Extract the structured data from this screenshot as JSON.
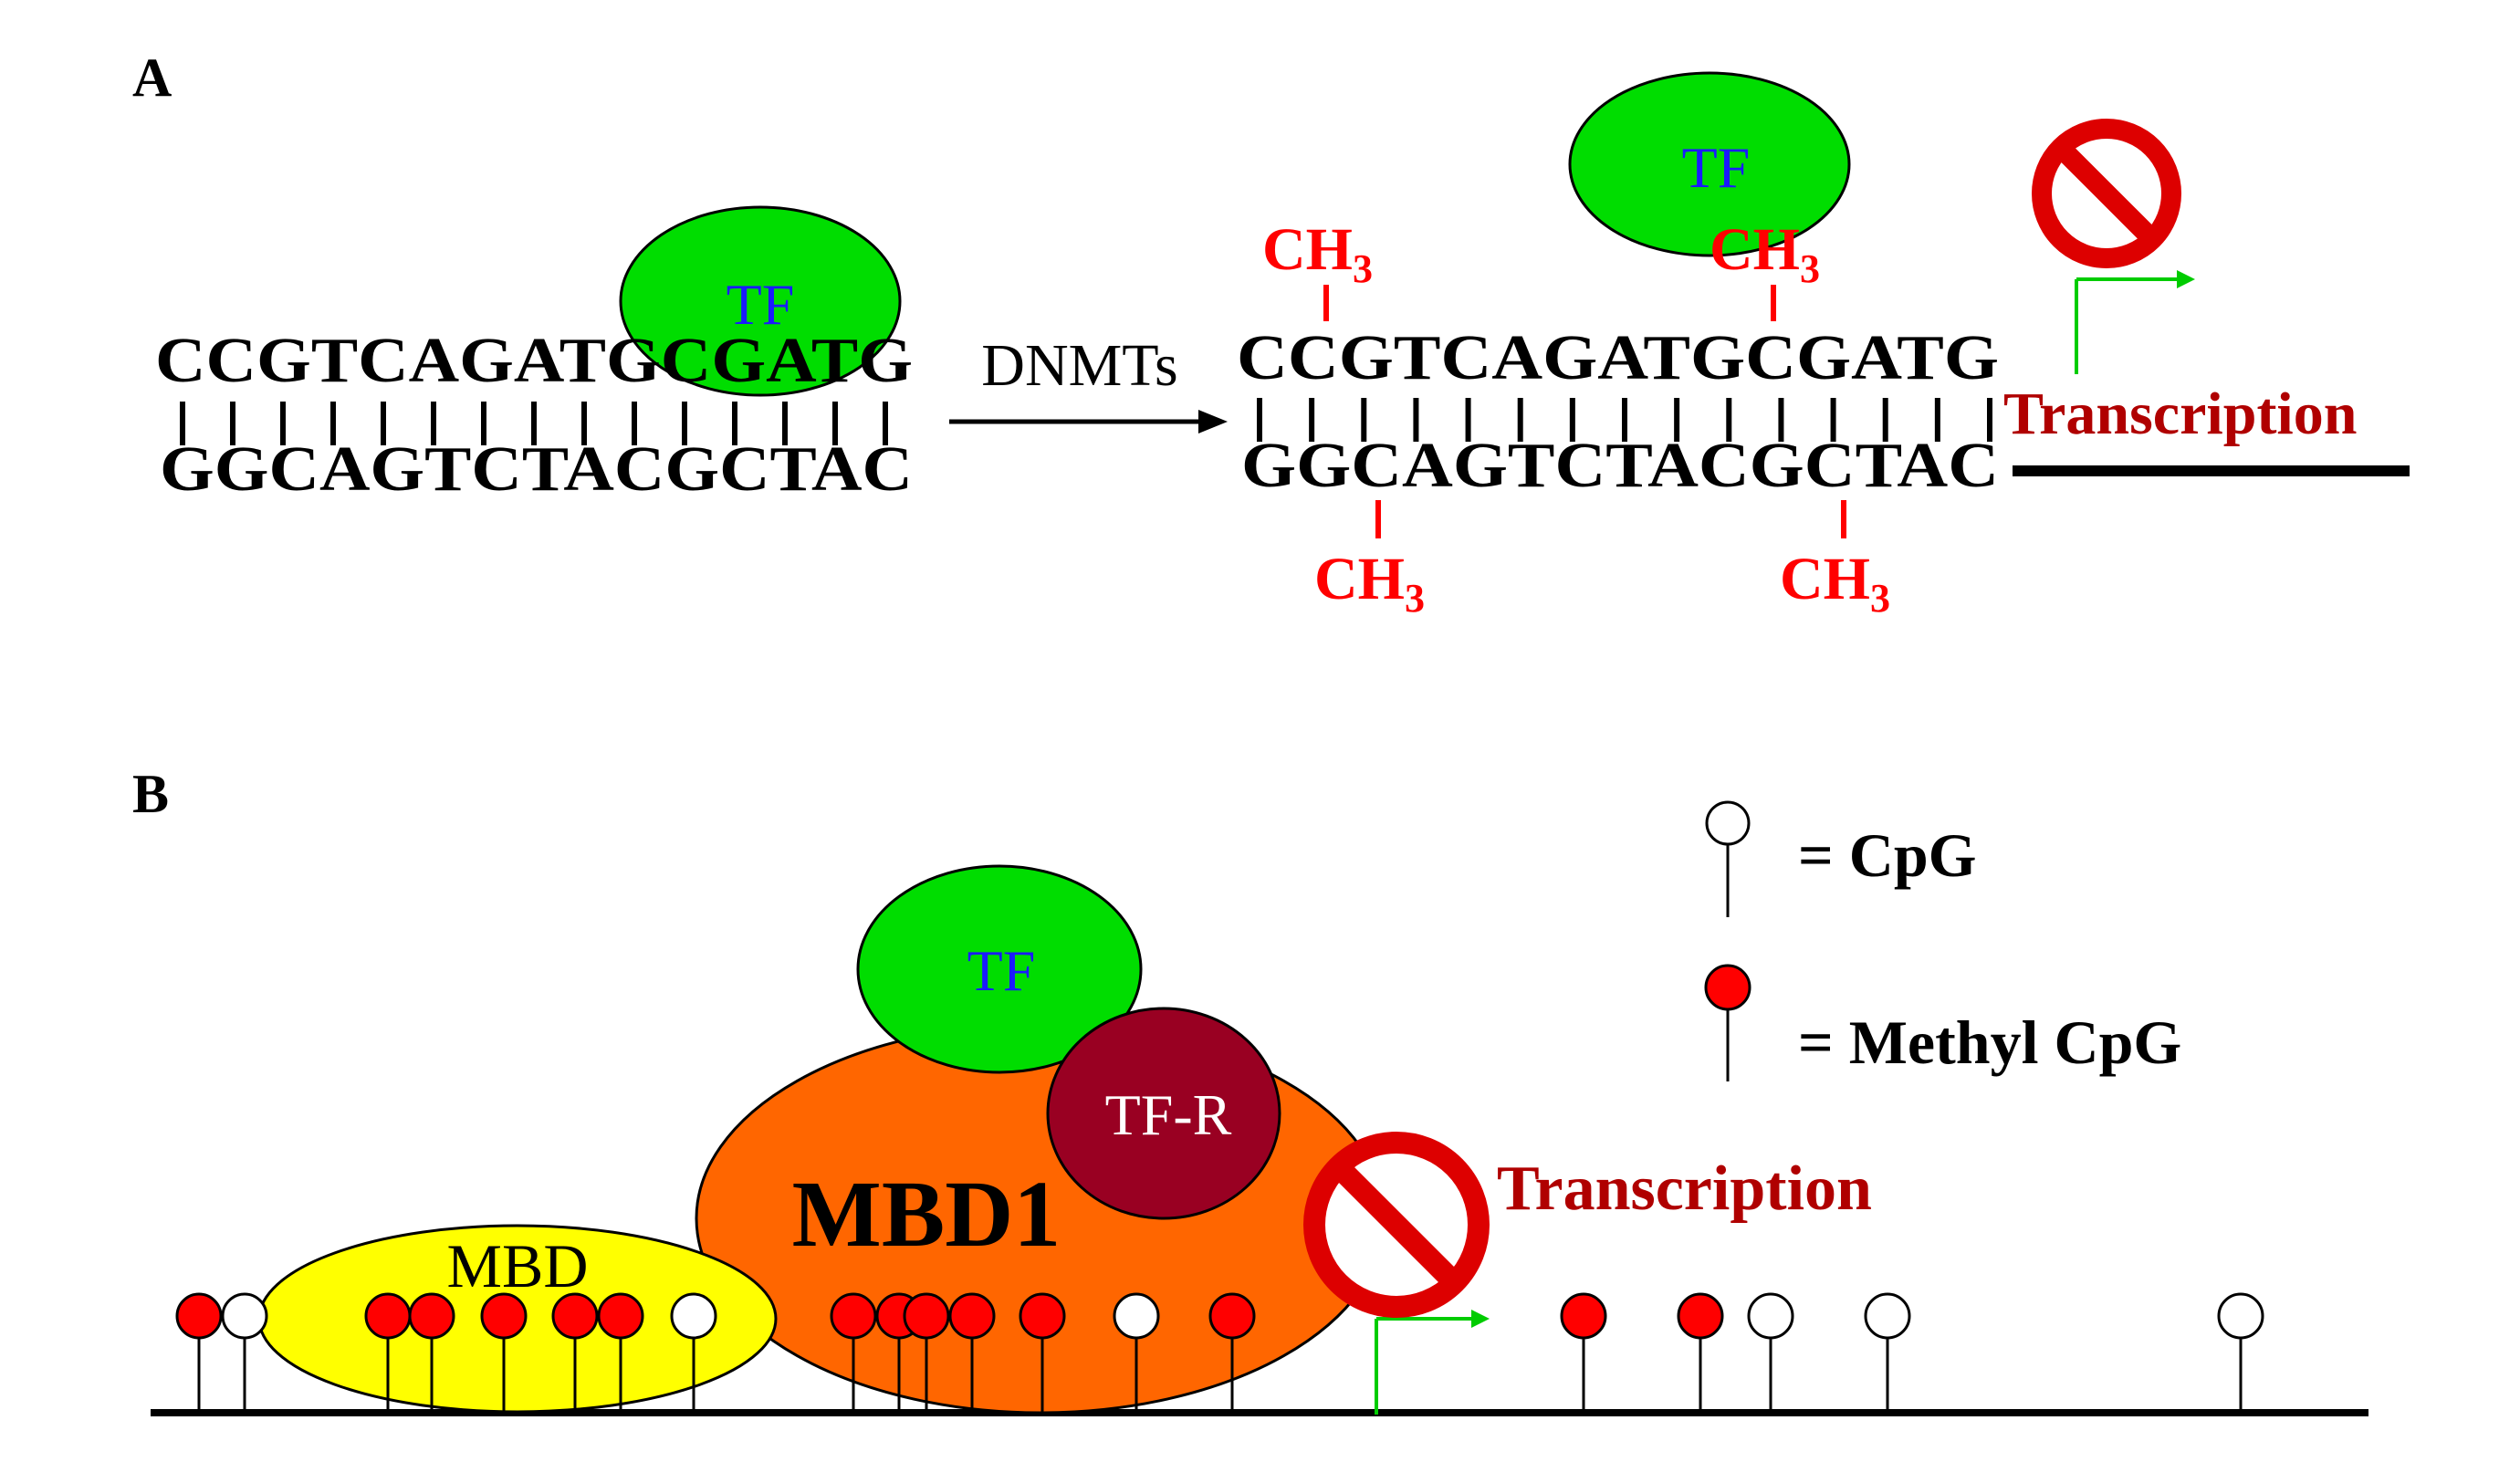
{
  "panels": {
    "a": {
      "label": "A",
      "left_top_strand": "CCGTCAGATGCGATG",
      "left_bottom_strand": "GGCAGTCTACGCTAC",
      "left_tf": "TF",
      "arrow_label": "DNMTs",
      "right_top_strand": "CCGTCAGATGCGATG",
      "right_bottom_strand": "GGCAGTCTACGCTAC",
      "right_tf": "TF",
      "methyl_main": "CH",
      "methyl_sub": "3",
      "transcription": "Transcription"
    },
    "b": {
      "label": "B",
      "mbd": "MBD",
      "mbd1": "MBD1",
      "tf": "TF",
      "tf_r": "TF-R",
      "transcription": "Transcription",
      "legend": {
        "cpg": "= CpG",
        "methyl_cpg": "= Methyl CpG"
      }
    }
  },
  "colors": {
    "methyl": "#ff0000",
    "tf_fill": "#00dd00",
    "tf_text": "#1a1aff",
    "mbd_fill": "#ffff00",
    "mbd1_fill": "#ff6600",
    "tfr_fill": "#990022",
    "transcription_text": "#b00000",
    "arrow_green": "#00cc00",
    "block_red": "#dd0000"
  }
}
